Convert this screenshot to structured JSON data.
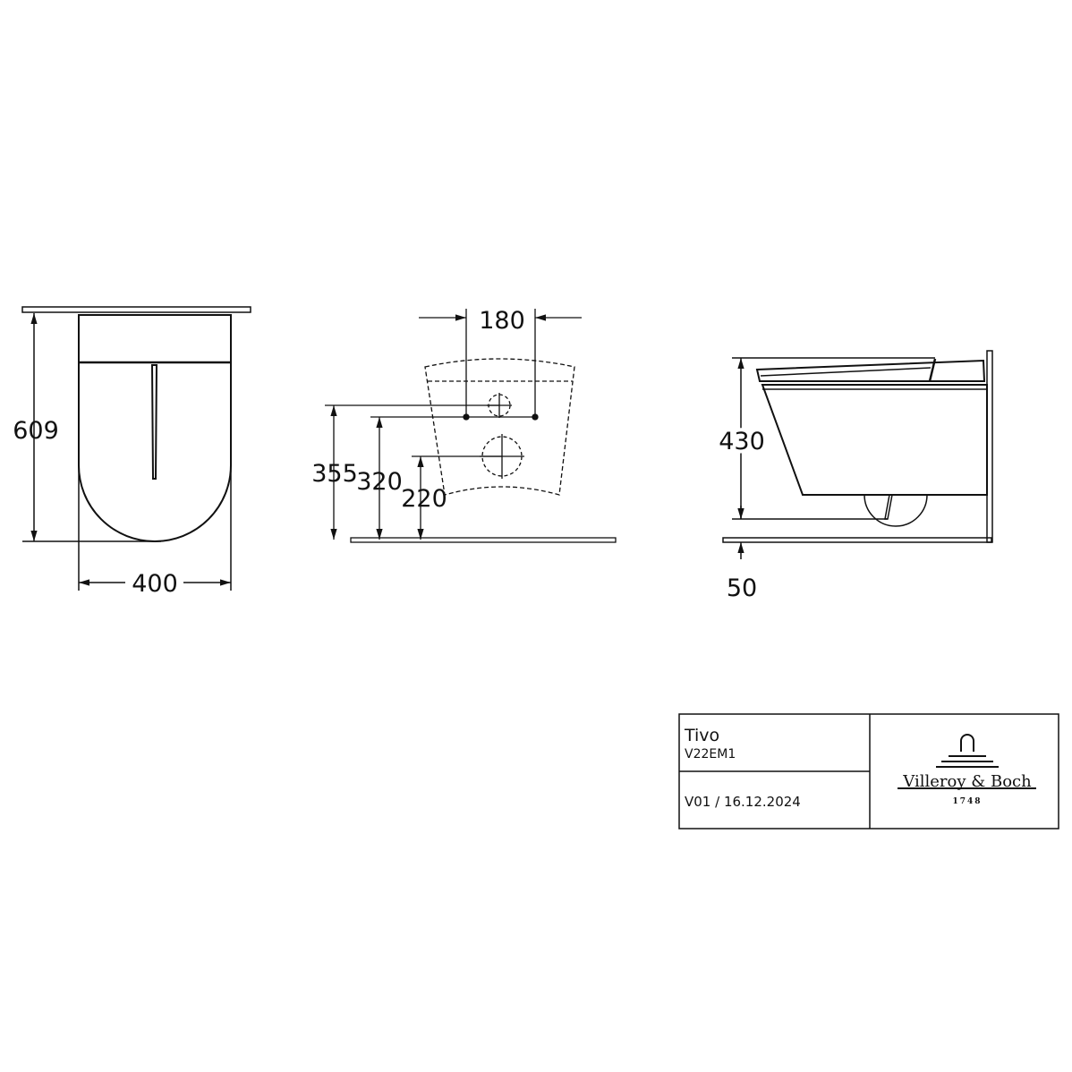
{
  "views": {
    "front": {
      "height_label": "609",
      "width_label": "400"
    },
    "rear": {
      "spacing_label": "180",
      "dims": [
        "355",
        "320",
        "220"
      ]
    },
    "side": {
      "height_label": "430",
      "offset_label": "50"
    }
  },
  "title_block": {
    "product": "Tivo",
    "code": "V22EM1",
    "version": "V01 / 16.12.2024",
    "brand": "Villeroy & Boch",
    "founded": "1748"
  },
  "colors": {
    "line": "#111111",
    "background": "#ffffff"
  }
}
